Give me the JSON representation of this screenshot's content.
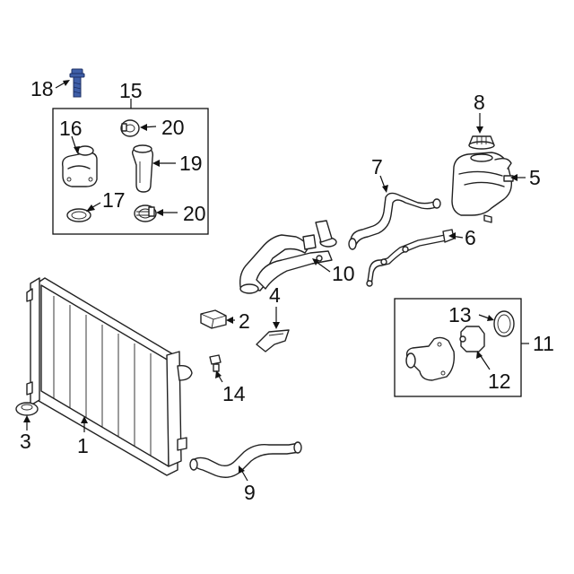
{
  "callouts": {
    "c1": "1",
    "c2": "2",
    "c3": "3",
    "c4": "4",
    "c5": "5",
    "c6": "6",
    "c7": "7",
    "c8": "8",
    "c9": "9",
    "c10": "10",
    "c11": "11",
    "c12": "12",
    "c13": "13",
    "c14": "14",
    "c15": "15",
    "c16": "16",
    "c17": "17",
    "c18": "18",
    "c19": "19",
    "c20a": "20",
    "c20b": "20"
  },
  "colors": {
    "bolt_highlight": "#3f5fa8",
    "line": "#222222",
    "background": "#ffffff"
  }
}
